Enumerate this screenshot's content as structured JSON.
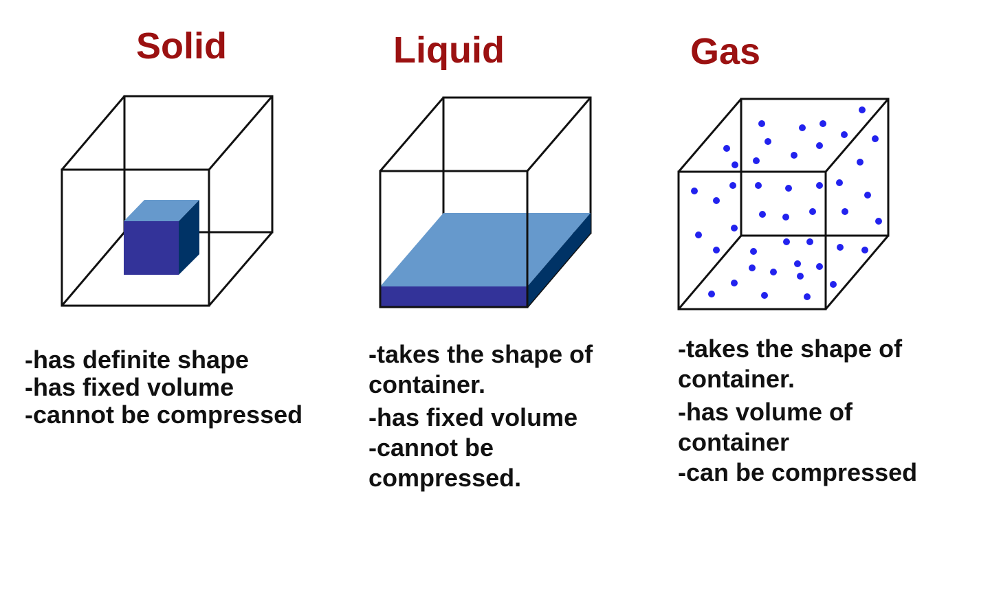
{
  "states": {
    "solid": {
      "title": "Solid",
      "lines": [
        "-has definite shape",
        "-has fixed volume",
        "-cannot be compressed"
      ]
    },
    "liquid": {
      "title": "Liquid",
      "lines": [
        "-takes the shape of",
        "container.",
        "-has fixed volume",
        "-cannot be",
        "compressed."
      ]
    },
    "gas": {
      "title": "Gas",
      "lines": [
        "-takes the shape of",
        "container.",
        "-has volume of",
        "container",
        "-can be compressed"
      ]
    }
  },
  "colors": {
    "title": "#9b1111",
    "light_blue": "#6699cc",
    "dark_blue": "#333399",
    "navy": "#003366",
    "particle": "#2222ee"
  }
}
